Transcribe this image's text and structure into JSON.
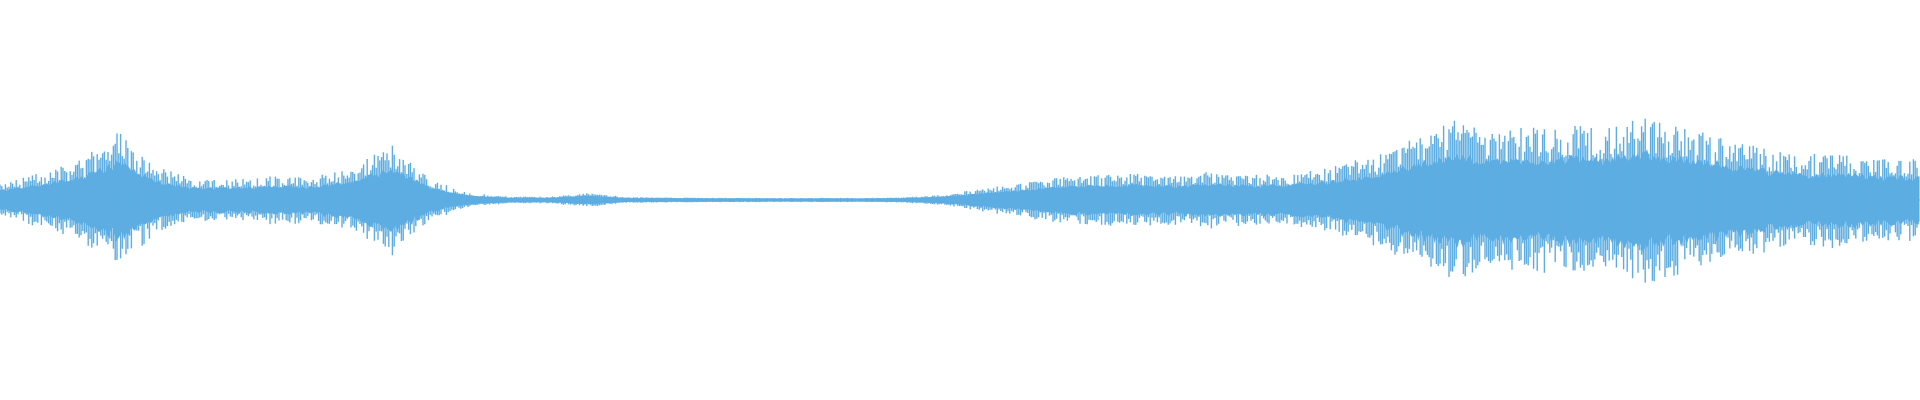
{
  "waveform": {
    "color": "#5DADE2",
    "background": "#FFFFFF",
    "type": "audio-waveform",
    "channels": 1,
    "envelope_peak_amplitude": [
      0.08,
      0.13,
      0.19,
      0.34,
      0.16,
      0.1,
      0.1,
      0.12,
      0.11,
      0.16,
      0.28,
      0.1,
      0.03,
      0.012,
      0.012,
      0.03,
      0.01,
      0.008,
      0.006,
      0.006,
      0.005,
      0.006,
      0.005,
      0.008,
      0.02,
      0.05,
      0.08,
      0.11,
      0.12,
      0.13,
      0.12,
      0.14,
      0.12,
      0.13,
      0.16,
      0.22,
      0.3,
      0.4,
      0.34,
      0.36,
      0.38,
      0.36,
      0.42,
      0.36,
      0.3,
      0.26,
      0.22,
      0.24,
      0.2,
      0.2
    ]
  }
}
